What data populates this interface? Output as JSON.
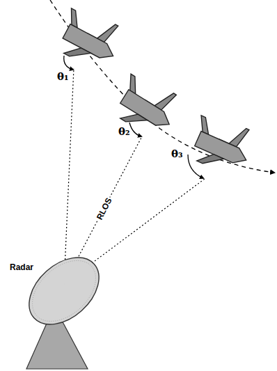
{
  "diagram": {
    "labels": [
      "θ₁",
      "θ₂",
      "θ₃",
      "RLOS",
      "Radar"
    ]
  }
}
